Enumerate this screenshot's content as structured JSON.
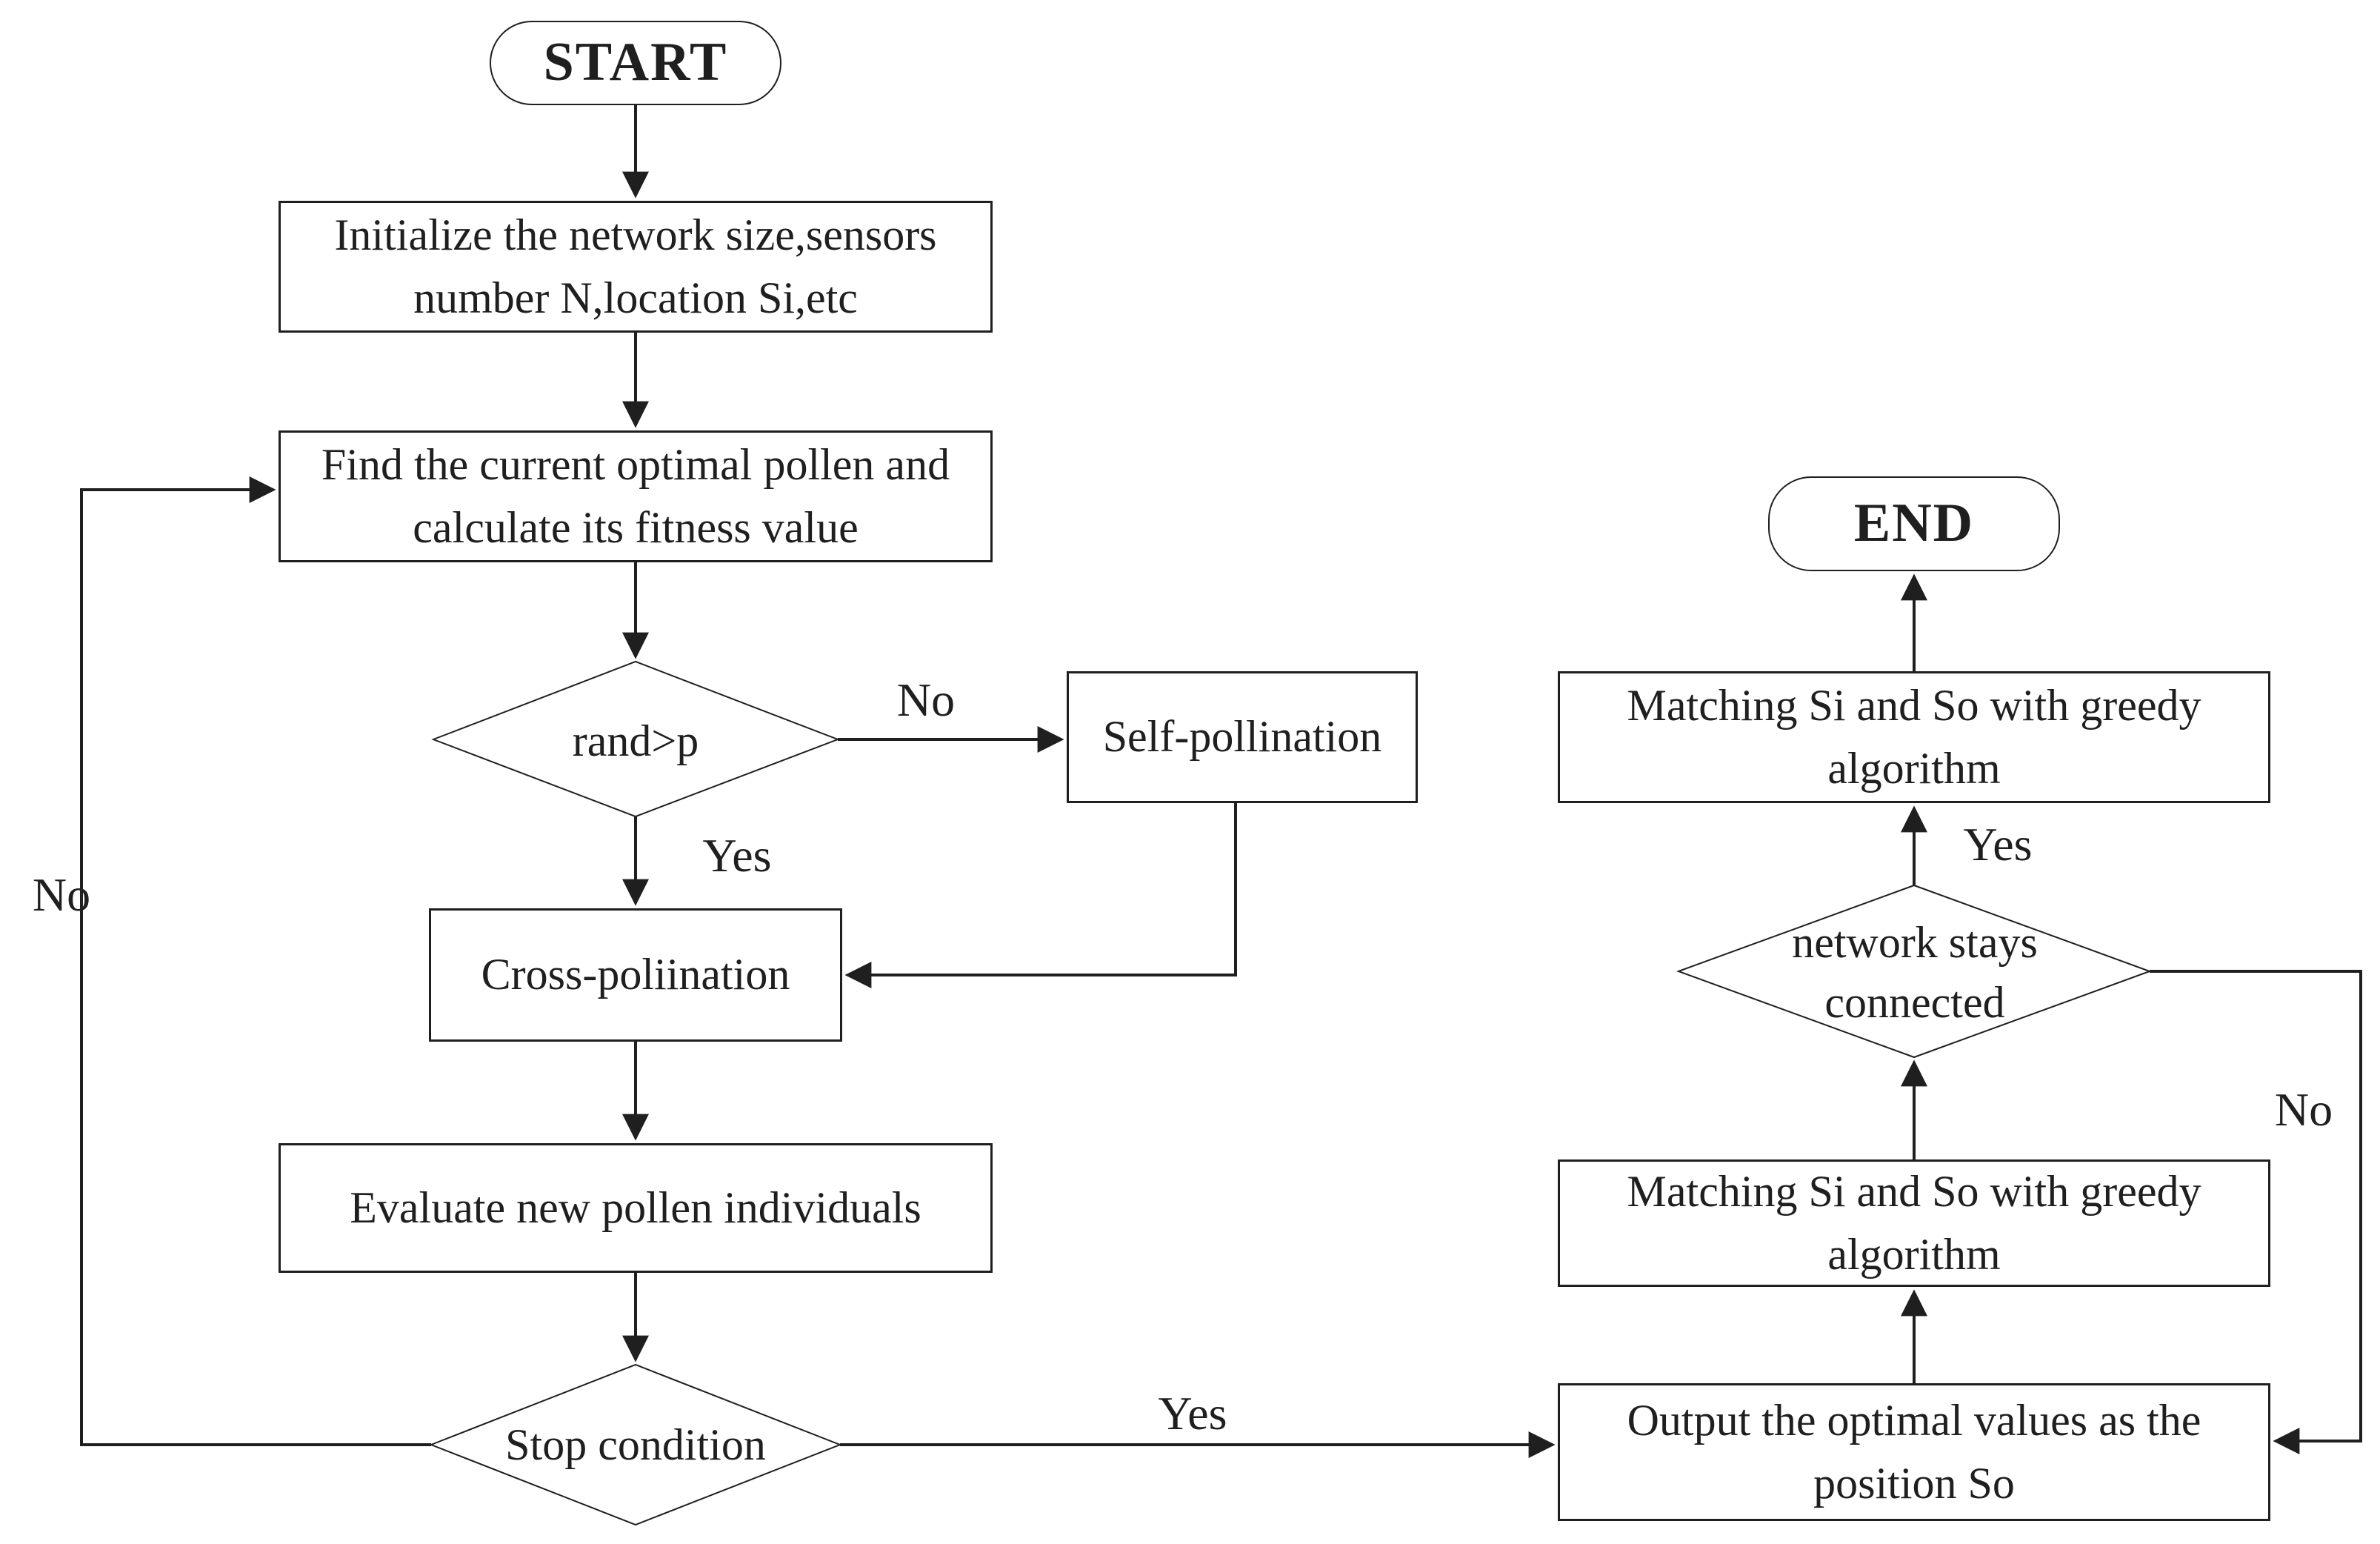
{
  "nodes": {
    "start": {
      "label": "START",
      "type": "terminator"
    },
    "init": {
      "label": "Initialize the network size,sensors number N,location Si,etc",
      "type": "process"
    },
    "find": {
      "label": "Find the current optimal pollen and calculate its fitness value",
      "type": "process"
    },
    "rand": {
      "label": "rand>p",
      "type": "decision"
    },
    "self": {
      "label": "Self-pollination",
      "type": "process"
    },
    "cross": {
      "label": "Cross-poliination",
      "type": "process"
    },
    "evaluate": {
      "label": "Evaluate new pollen individuals",
      "type": "process"
    },
    "stop": {
      "label": "Stop condition",
      "type": "decision"
    },
    "end": {
      "label": "END",
      "type": "terminator"
    },
    "match_upper": {
      "label": "Matching Si and So with greedy algorithm",
      "type": "process"
    },
    "network": {
      "label": "network stays connected",
      "type": "decision"
    },
    "match_lower": {
      "label": "Matching Si and So with greedy algorithm",
      "type": "process"
    },
    "output": {
      "label": "Output the optimal values as the position So",
      "type": "process"
    }
  },
  "edge_labels": {
    "rand_no": "No",
    "rand_yes": "Yes",
    "stop_no": "No",
    "stop_yes": "Yes",
    "network_yes": "Yes",
    "network_no": "No"
  },
  "colors": {
    "line": "#1f1f1f",
    "text": "#1f1f1f",
    "background": "#ffffff"
  }
}
